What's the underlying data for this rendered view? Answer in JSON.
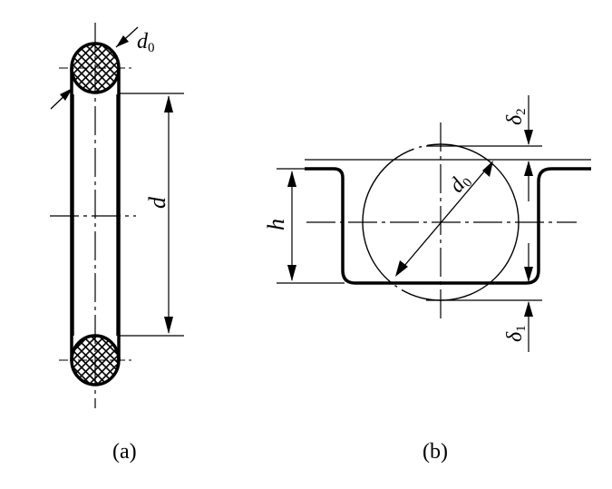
{
  "labels": {
    "d0": "d",
    "d0_sub": "0",
    "d": "d",
    "h": "h",
    "delta": "δ",
    "delta_sub_2": "2",
    "delta_sub_1": "1",
    "caption_a": "(a)",
    "caption_b": "(b)"
  }
}
